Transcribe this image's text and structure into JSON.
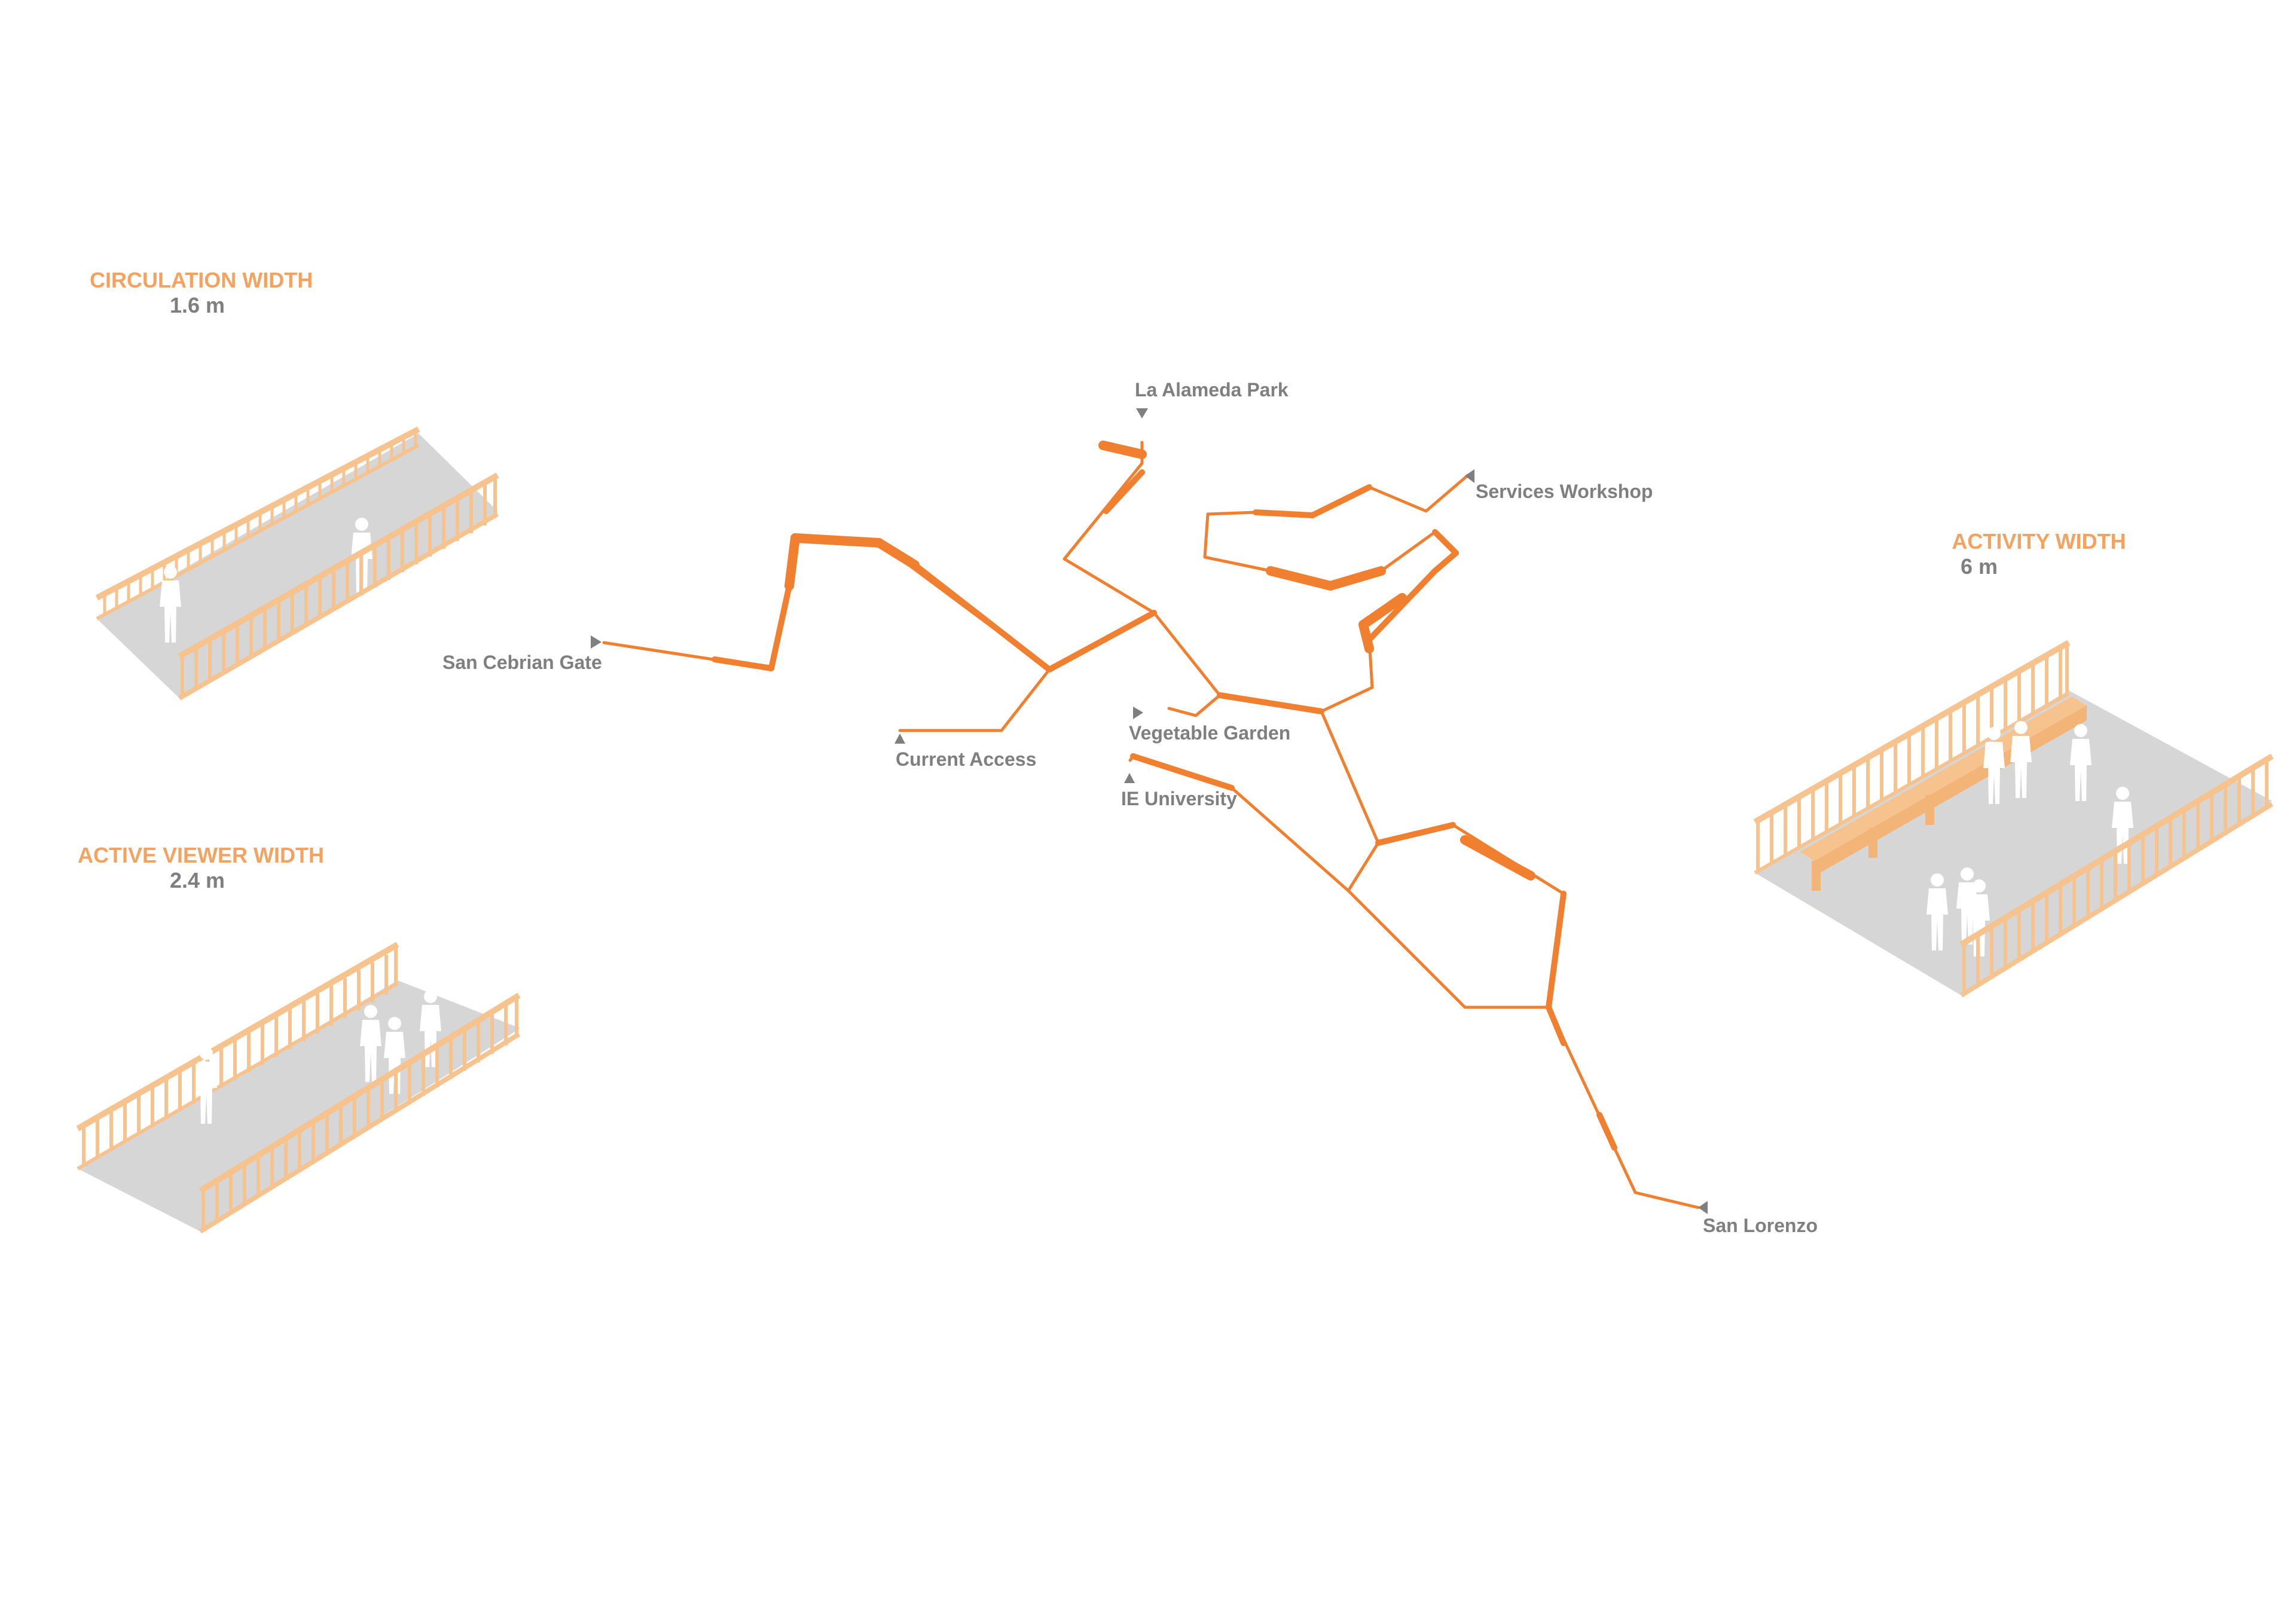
{
  "widths": {
    "circulation": {
      "title": "CIRCULATION WIDTH",
      "value": "1.6 m"
    },
    "active_viewer": {
      "title": "ACTIVE VIEWER WIDTH",
      "value": "2.4 m"
    },
    "activity": {
      "title": "ACTIVITY WIDTH",
      "value": "6 m"
    }
  },
  "locations": {
    "la_alameda_park": "La Alameda Park",
    "services_workshop": "Services Workshop",
    "san_cebrian_gate": "San Cebrian Gate",
    "current_access": "Current Access",
    "vegetable_garden": "Vegetable Garden",
    "ie_university": "IE University",
    "san_lorenzo": "San Lorenzo"
  },
  "colors": {
    "path_orange": "#f07f2f",
    "light_orange": "#f6c28e",
    "text_orange": "#f3a25f",
    "gray_text": "#7f7f7f",
    "deck_gray": "#d6d6d6"
  },
  "icons": [
    "arrow-marker-icon",
    "person-silhouette-icon",
    "bench-icon",
    "railing-icon"
  ]
}
